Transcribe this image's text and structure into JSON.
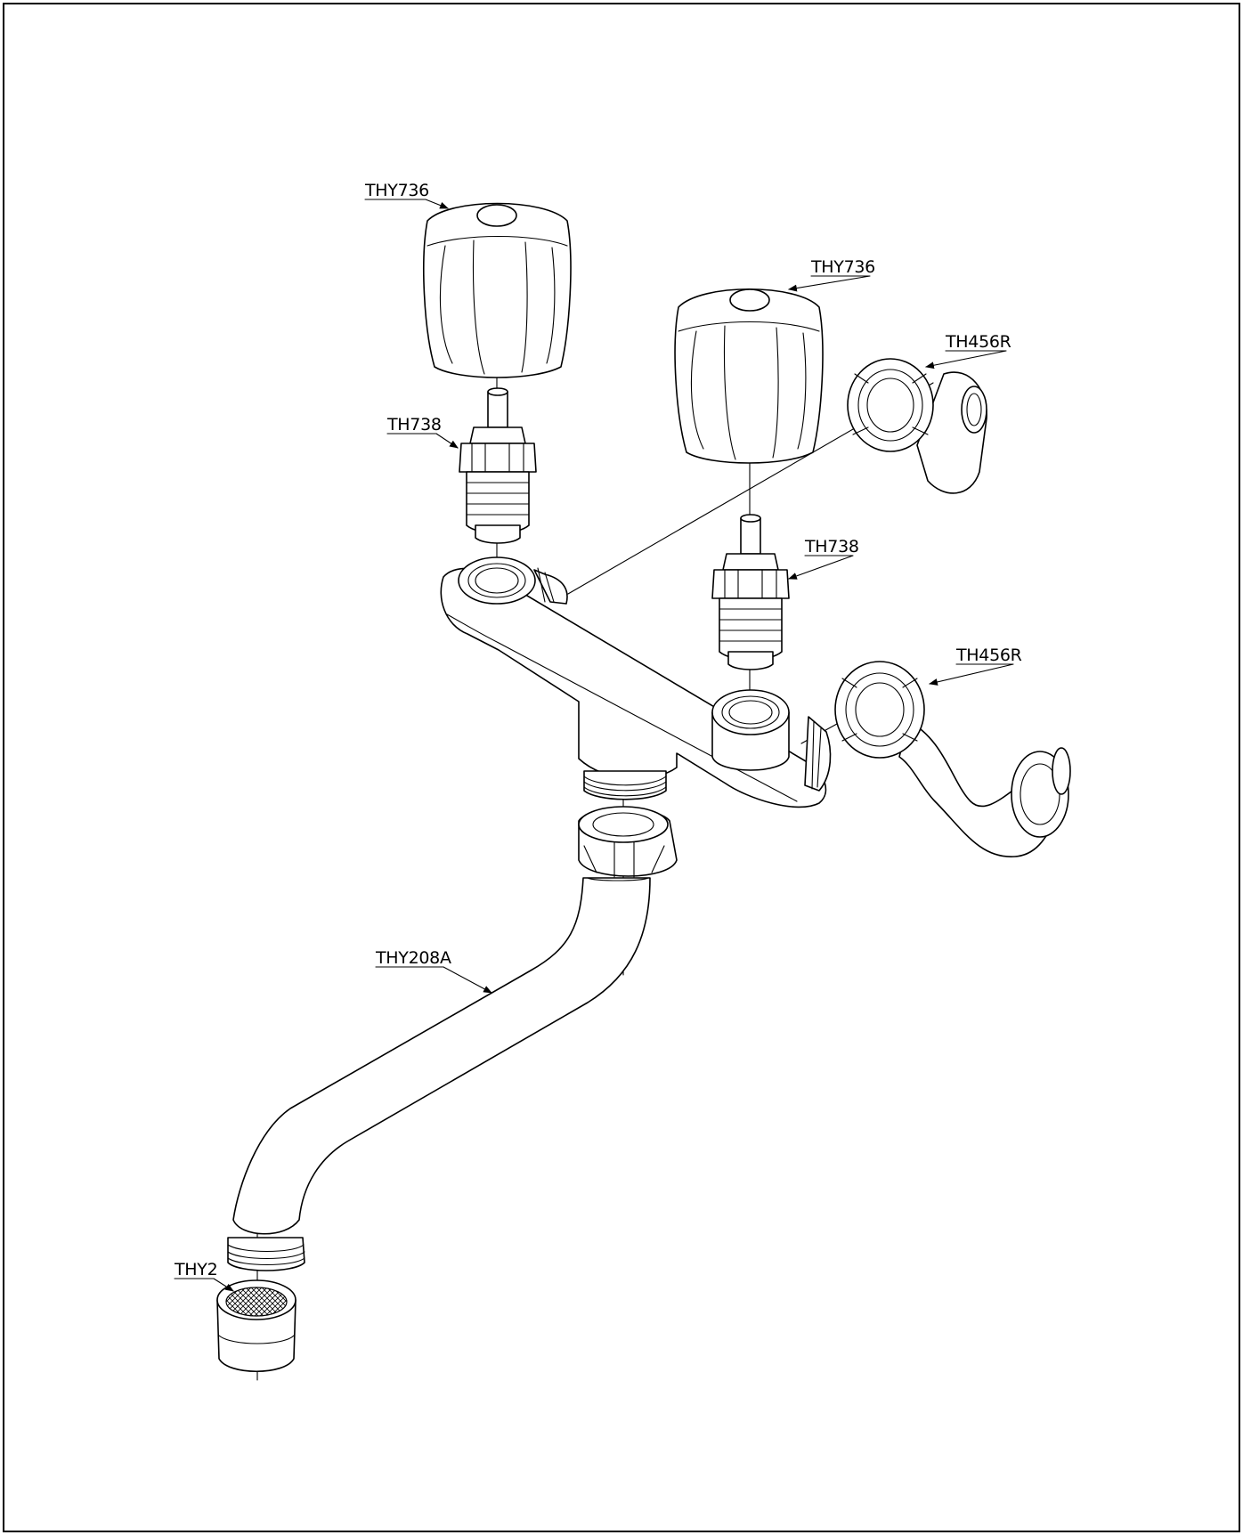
{
  "colors": {
    "line": "#000000",
    "paper": "#ffffff"
  },
  "labels": {
    "handle_left": "THY736",
    "handle_right": "THY736",
    "cartridge_left": "TH738",
    "cartridge_right": "TH738",
    "elbow_top": "TH456R",
    "elbow_bottom": "TH456R",
    "spout": "THY208A",
    "aerator": "THY2"
  }
}
